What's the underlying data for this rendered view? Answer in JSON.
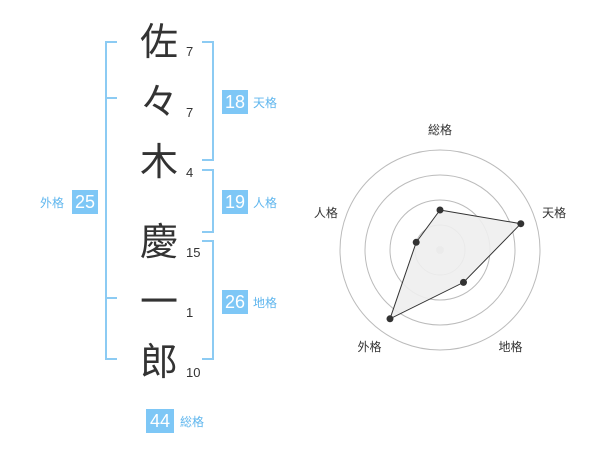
{
  "characters": [
    {
      "char": "佐",
      "strokes": "7"
    },
    {
      "char": "々",
      "strokes": "7"
    },
    {
      "char": "木",
      "strokes": "4"
    },
    {
      "char": "慶",
      "strokes": "15"
    },
    {
      "char": "一",
      "strokes": "1"
    },
    {
      "char": "郎",
      "strokes": "10"
    }
  ],
  "kaku": {
    "tenkaku": {
      "label": "天格",
      "value": "18"
    },
    "jinkaku": {
      "label": "人格",
      "value": "19"
    },
    "chikaku": {
      "label": "地格",
      "value": "26"
    },
    "gaikaku": {
      "label": "外格",
      "value": "25"
    },
    "soukaku": {
      "label": "総格",
      "value": "44"
    }
  },
  "chart_data": {
    "type": "radar",
    "axes": [
      "総格",
      "天格",
      "地格",
      "外格",
      "人格"
    ],
    "values": [
      0.4,
      0.85,
      0.4,
      0.85,
      0.25
    ],
    "range": [
      0,
      1
    ],
    "rings": 4,
    "grid": true,
    "colors": {
      "fill": "#eeeeee",
      "stroke": "#333333",
      "ring": "#bbbbbb",
      "center": "#cccccc"
    }
  },
  "colors": {
    "accent": "#7ec7f6",
    "bracket": "#8ccbf3",
    "label": "#5fb6ee",
    "text": "#333333"
  }
}
